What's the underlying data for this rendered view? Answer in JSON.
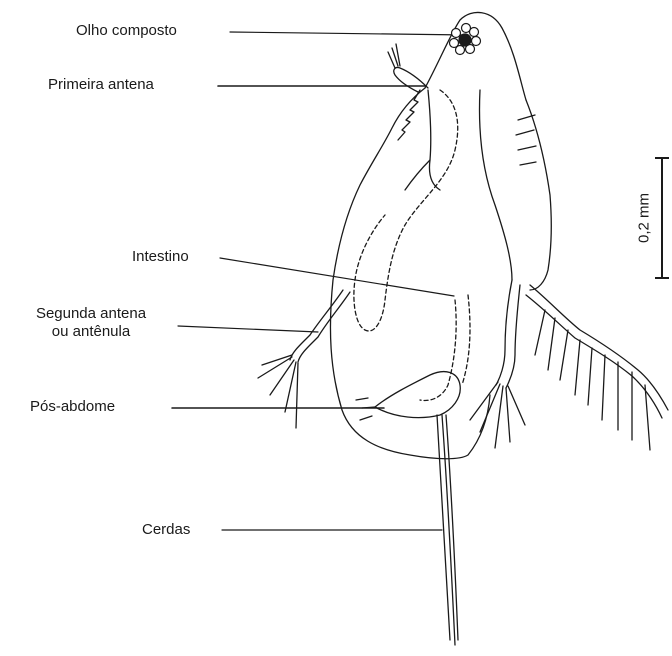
{
  "labels": {
    "compound_eye": "Olho composto",
    "first_antenna": "Primeira antena",
    "intestine": "Intestino",
    "second_antenna_line1": "Segunda antena",
    "second_antenna_line2": "ou antênula",
    "postabdomen": "Pós-abdome",
    "setae": "Cerdas"
  },
  "scale_bar": {
    "label": "0,2 mm"
  },
  "colors": {
    "ink": "#1a1a1a",
    "background": "#ffffff"
  }
}
